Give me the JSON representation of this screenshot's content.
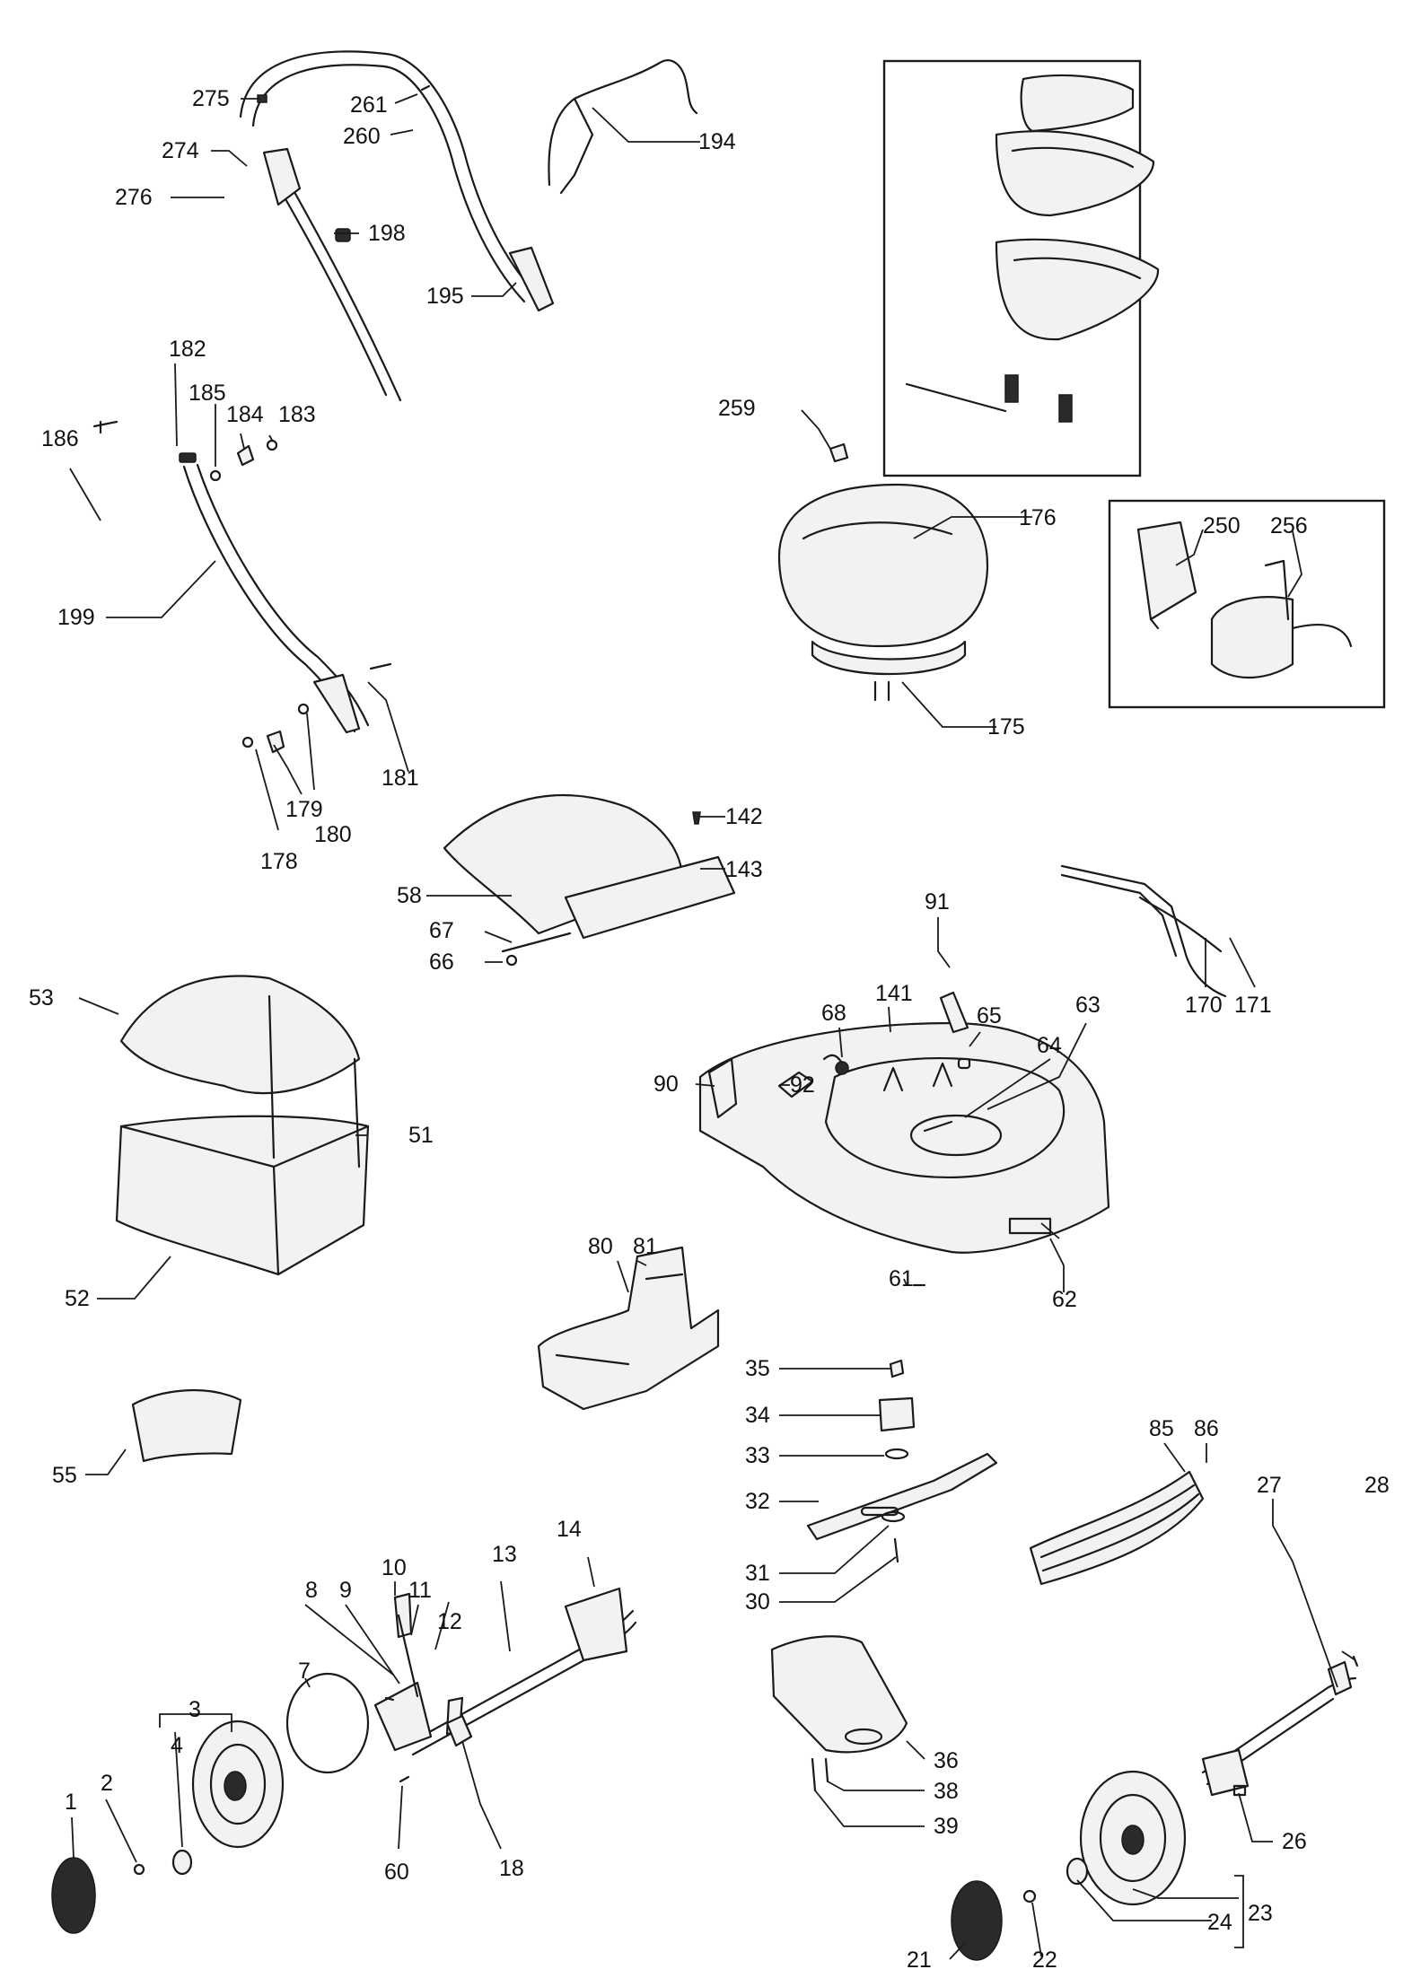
{
  "diagram": {
    "type": "exploded-parts-diagram",
    "callouts": [
      "275",
      "261",
      "260",
      "274",
      "276",
      "198",
      "195",
      "194",
      "182",
      "185",
      "184",
      "183",
      "186",
      "199",
      "181",
      "179",
      "180",
      "178",
      "259",
      "176",
      "175",
      "250",
      "256",
      "142",
      "143",
      "58",
      "67",
      "66",
      "91",
      "141",
      "68",
      "65",
      "63",
      "64",
      "92",
      "90",
      "170",
      "171",
      "53",
      "51",
      "52",
      "80",
      "81",
      "61",
      "62",
      "55",
      "35",
      "34",
      "33",
      "32",
      "31",
      "30",
      "85",
      "86",
      "10",
      "8",
      "9",
      "11",
      "12",
      "13",
      "14",
      "3",
      "4",
      "7",
      "1",
      "2",
      "60",
      "18",
      "36",
      "38",
      "39",
      "27",
      "28",
      "26",
      "23",
      "24",
      "21",
      "22"
    ]
  }
}
